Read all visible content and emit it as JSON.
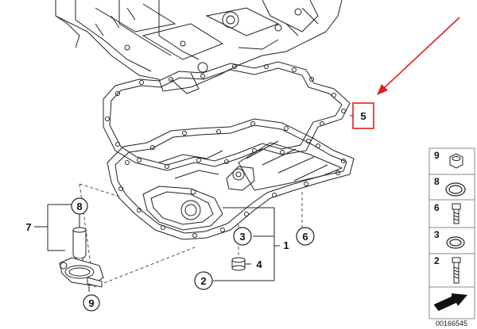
{
  "callouts": {
    "c1": "1",
    "c2": "2",
    "c3": "3",
    "c4": "4",
    "c5": "5",
    "c6": "6",
    "c7": "7",
    "c8": "8",
    "c9": "9"
  },
  "parts_legend": {
    "items": [
      {
        "number": "9",
        "icon": "nut-icon"
      },
      {
        "number": "8",
        "icon": "seal-ring-icon"
      },
      {
        "number": "6",
        "icon": "bolt-icon"
      },
      {
        "number": "3",
        "icon": "washer-icon"
      },
      {
        "number": "2",
        "icon": "long-bolt-icon"
      }
    ]
  },
  "diagram_code": "00166545",
  "colors": {
    "line": "#222222",
    "highlight": "#e02020",
    "panel_border": "#888888"
  }
}
